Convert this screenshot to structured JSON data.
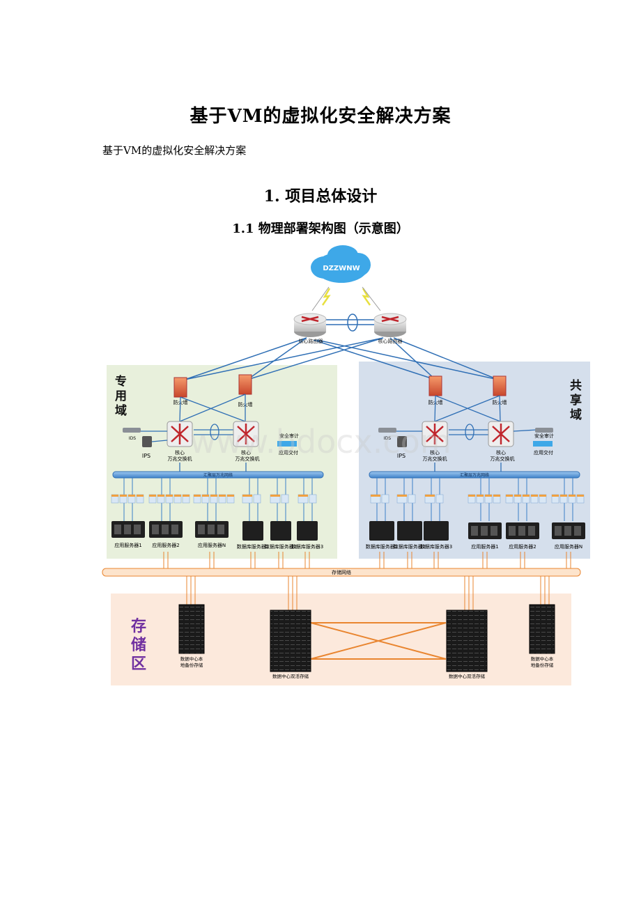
{
  "document": {
    "title": "基于VM的虚拟化安全解决方案",
    "subtitle": "基于VM的虚拟化安全解决方案",
    "section_heading": "1. 项目总体设计",
    "subsection_heading": "1.1 物理部署架构图（示意图）"
  },
  "diagram": {
    "cloud_label": "DZZWNW",
    "core_router_left": "核心路由器",
    "core_router_right": "核心路由器",
    "zone_left": "专\n用\n域",
    "zone_right": "共\n享\n域",
    "zone_storage": "存\n储\n区",
    "firewall": "防火墙",
    "ids": "IDS",
    "ips": "IPS",
    "security_audit": "安全审计",
    "app_delivery": "应用交付",
    "core_switch_line1": "核心",
    "core_switch_line2": "万兆交换机",
    "aggregation_network": "汇聚层万兆网络",
    "storage_network": "存储网络",
    "left_servers": [
      "应用服务器1",
      "应用服务器2",
      "应用服务器N",
      "数据库服务器1",
      "数据库服务器2",
      "数据库服务器3"
    ],
    "right_servers": [
      "数据库服务器1",
      "数据库服务器2",
      "数据库服务器3",
      "应用服务器1",
      "应用服务器2",
      "应用服务器N"
    ],
    "storage_local_left": "数据中心本地备份存储",
    "storage_dual_left": "数据中心双活存储",
    "storage_dual_right": "数据中心双活存储",
    "storage_local_right": "数据中心本地备份存储",
    "watermark": "www.bdocx.com",
    "colors": {
      "left_zone_bg": "#e8f0dc",
      "right_zone_bg": "#d5dfec",
      "storage_zone_bg": "#fce9dc",
      "link_blue": "#2f6fb5",
      "link_orange": "#e9852f",
      "zone_label_purple": "#7030a0"
    }
  }
}
